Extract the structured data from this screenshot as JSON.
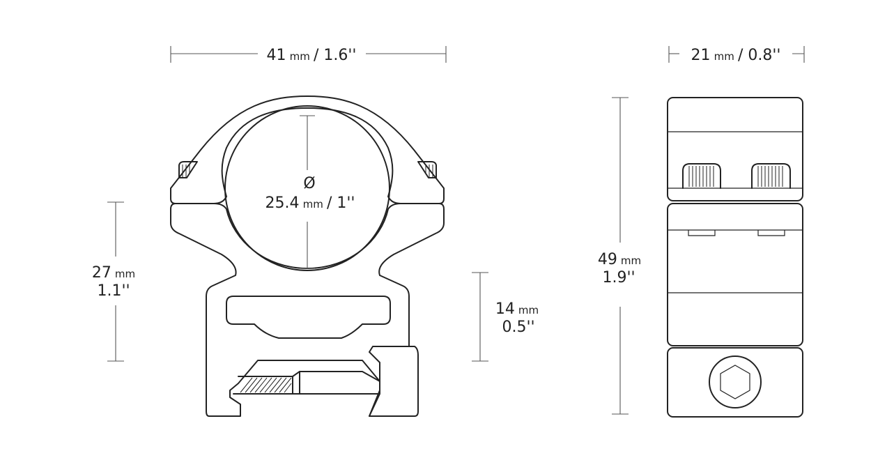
{
  "dimensions": {
    "width": {
      "value": "41",
      "unit": "mm",
      "imperial": " / 1.6''"
    },
    "side_width": {
      "value": "21",
      "unit": "mm",
      "imperial": " / 0.8''"
    },
    "bore": {
      "symbol": "Ø",
      "value": "25.4",
      "unit": "mm",
      "imperial": " / 1''"
    },
    "height_center": {
      "value": "27",
      "unit": "mm",
      "imperial": "1.1''"
    },
    "base_height": {
      "value": "14",
      "unit": "mm",
      "imperial": "0.5''"
    },
    "total_height": {
      "value": "49",
      "unit": "mm",
      "imperial": "1.9''"
    }
  }
}
